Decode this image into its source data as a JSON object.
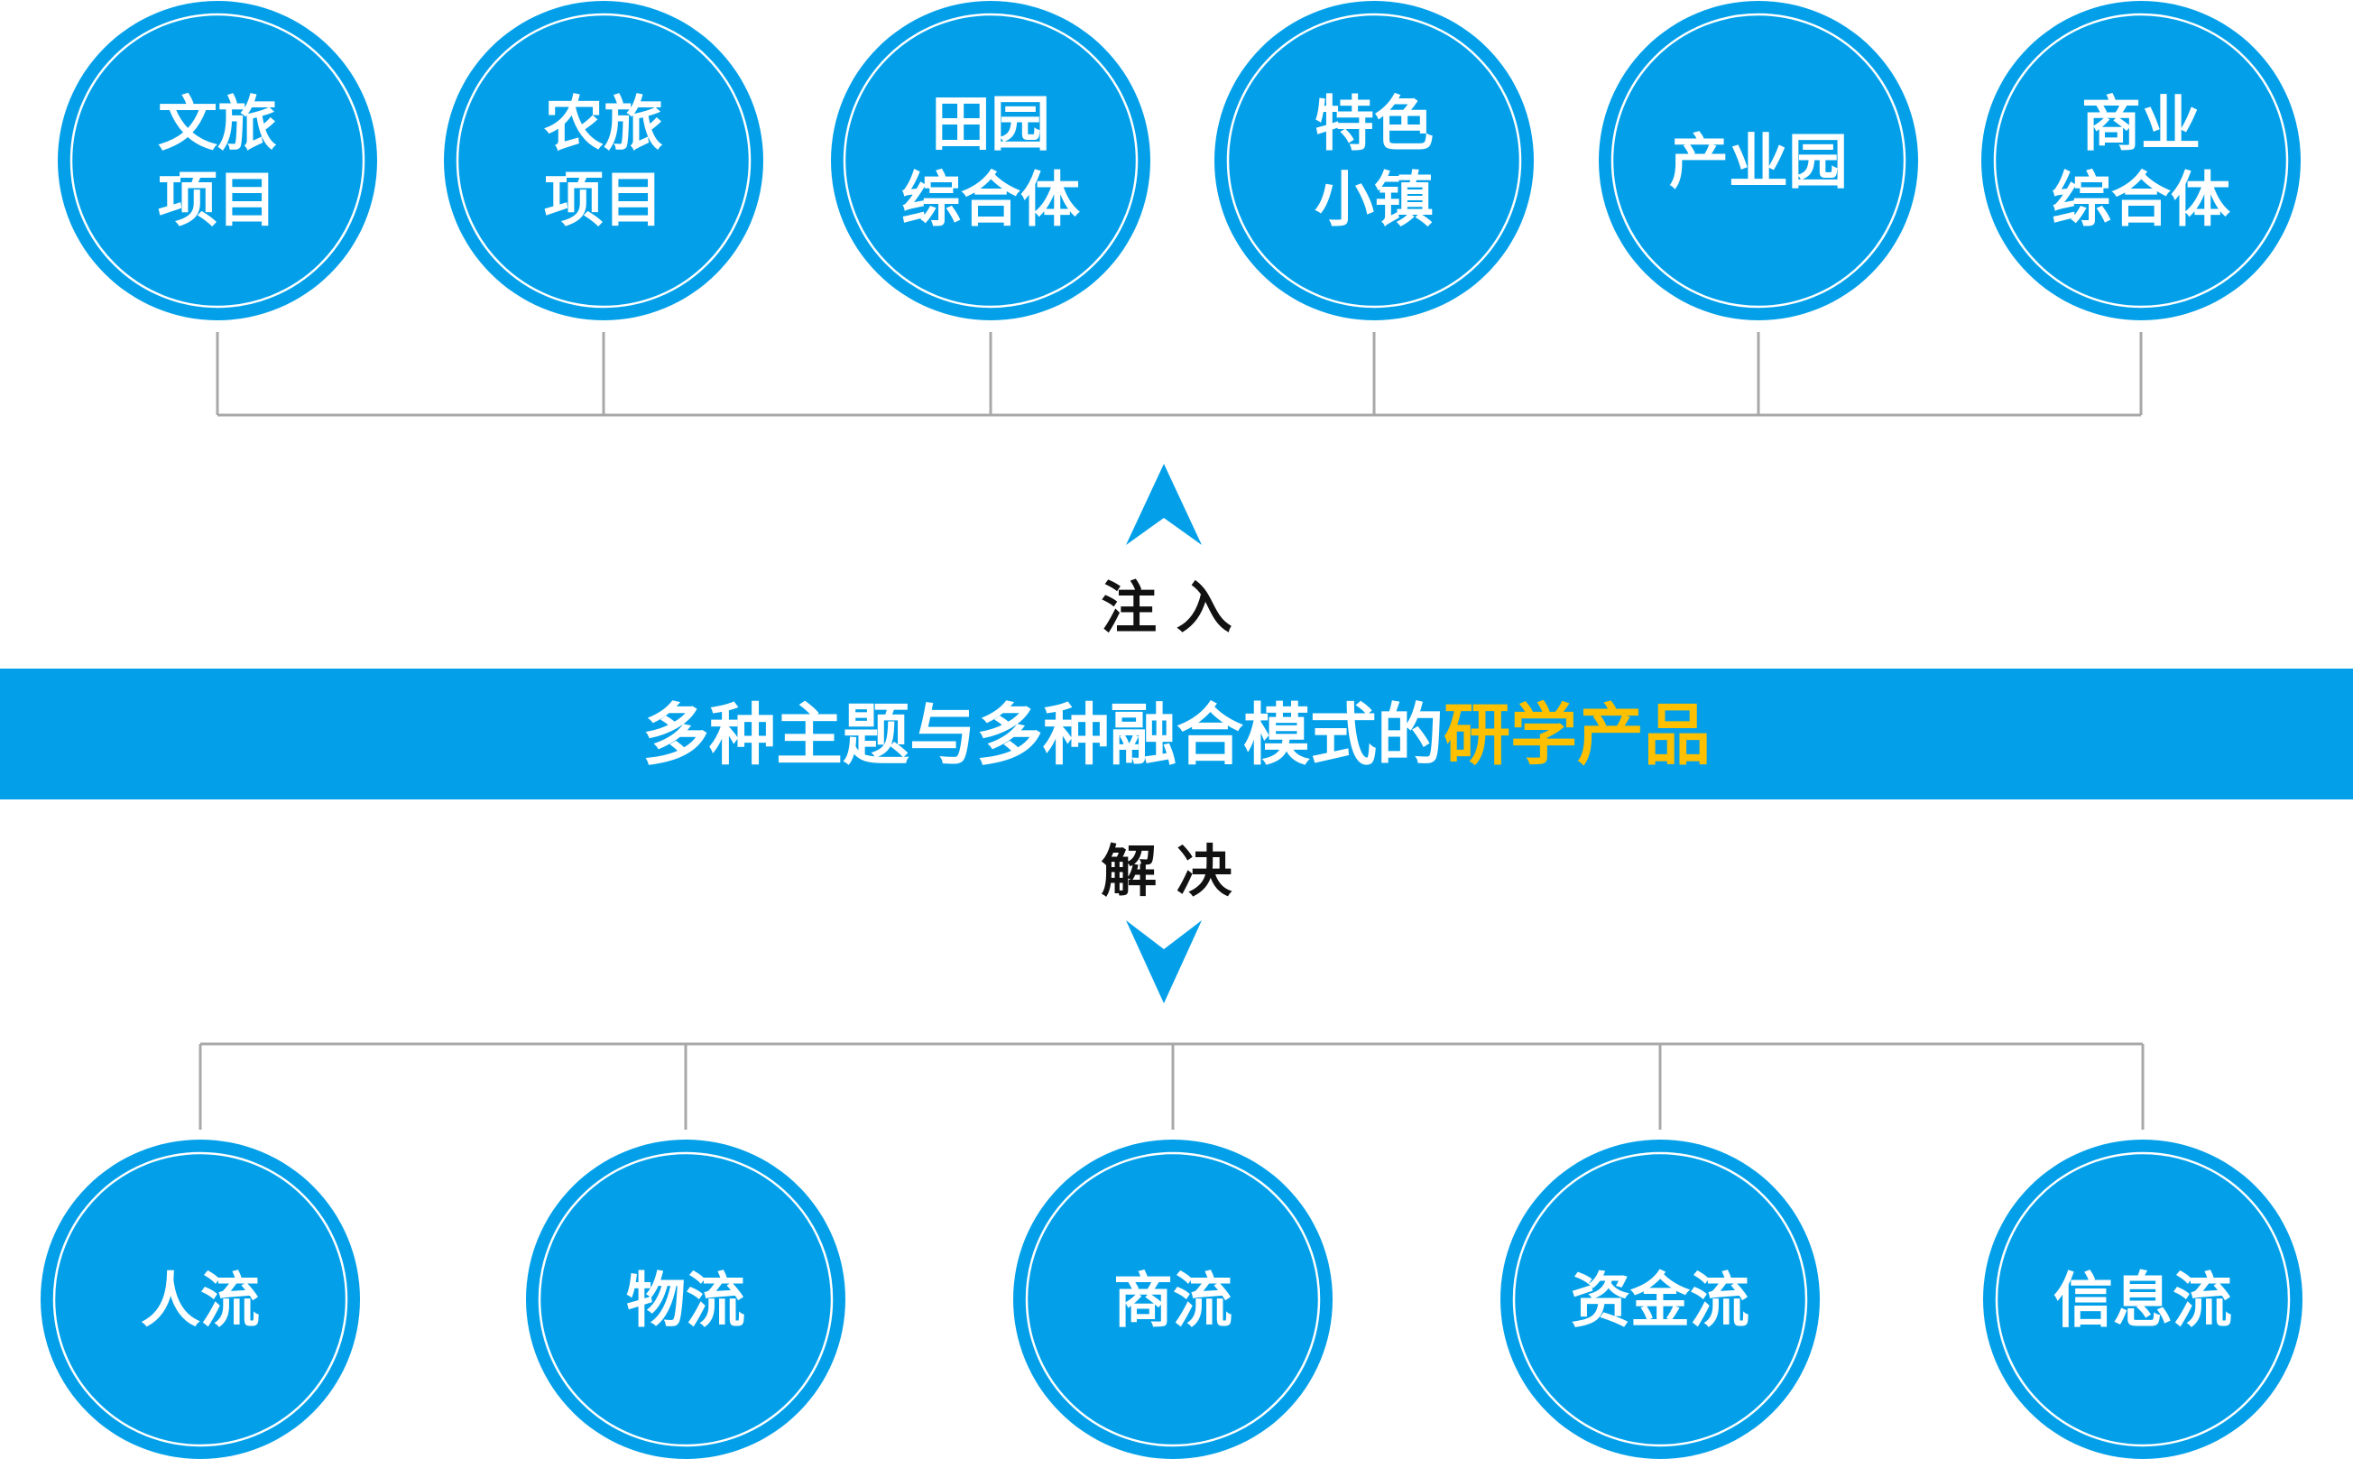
{
  "colors": {
    "circle_fill": "#03A0E9",
    "circle_inner_ring": "#ffffff",
    "connector": "#a8a8a8",
    "banner_fill": "#03A0E9",
    "banner_text": "#ffffff",
    "banner_highlight": "#FFC000",
    "label_text": "#111111",
    "arrow_fill": "#03A0E9"
  },
  "top_items": [
    {
      "lines": [
        "文旅",
        "项目"
      ]
    },
    {
      "lines": [
        "农旅",
        "项目"
      ]
    },
    {
      "lines": [
        "田园",
        "综合体"
      ]
    },
    {
      "lines": [
        "特色",
        "小镇"
      ]
    },
    {
      "lines": [
        "产业园"
      ]
    },
    {
      "lines": [
        "商业",
        "综合体"
      ]
    }
  ],
  "inject_label": "注 入",
  "banner": {
    "text": "多种主题与多种融合模式的",
    "highlight": "研学产品"
  },
  "solve_label": "解 决",
  "bottom_items": [
    {
      "lines": [
        "人流"
      ]
    },
    {
      "lines": [
        "物流"
      ]
    },
    {
      "lines": [
        "商流"
      ]
    },
    {
      "lines": [
        "资金流"
      ]
    },
    {
      "lines": [
        "信息流"
      ]
    }
  ]
}
